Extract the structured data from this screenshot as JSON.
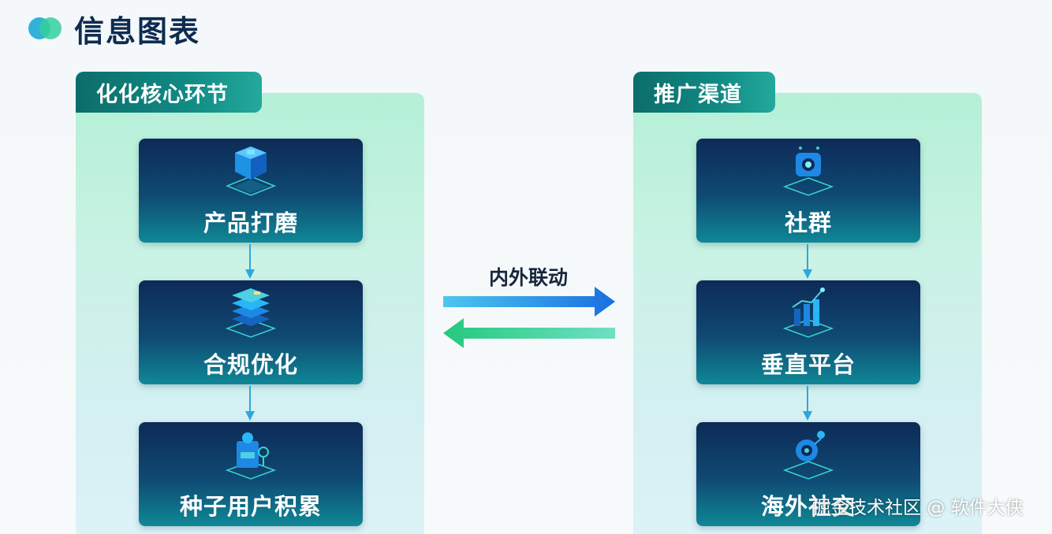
{
  "header": {
    "title": "信息图表",
    "logo_icon": "two-overlapping-circles-icon"
  },
  "left_panel": {
    "title": "化化核心环节",
    "cards": [
      {
        "label": "产品打磨",
        "icon": "cube-platform-icon"
      },
      {
        "label": "合规优化",
        "icon": "stacked-layers-icon"
      },
      {
        "label": "种子用户积累",
        "icon": "user-badge-icon"
      }
    ]
  },
  "center": {
    "label": "内外联动"
  },
  "right_panel": {
    "title": "推广渠道",
    "cards": [
      {
        "label": "社群",
        "icon": "chip-node-icon"
      },
      {
        "label": "垂直平台",
        "icon": "bar-chart-icon"
      },
      {
        "label": "海外社交",
        "icon": "globe-pin-icon"
      }
    ]
  },
  "watermark": "掘金技术社区 @ 软件大侠",
  "colors": {
    "title": "#0e2c4f",
    "tab": "#0c6d6b",
    "card_top": "#0e2a57",
    "card_bottom": "#0f8896",
    "arrow_right": "#1a86e0",
    "arrow_left": "#2fd08a",
    "connector": "#2da7dc"
  }
}
